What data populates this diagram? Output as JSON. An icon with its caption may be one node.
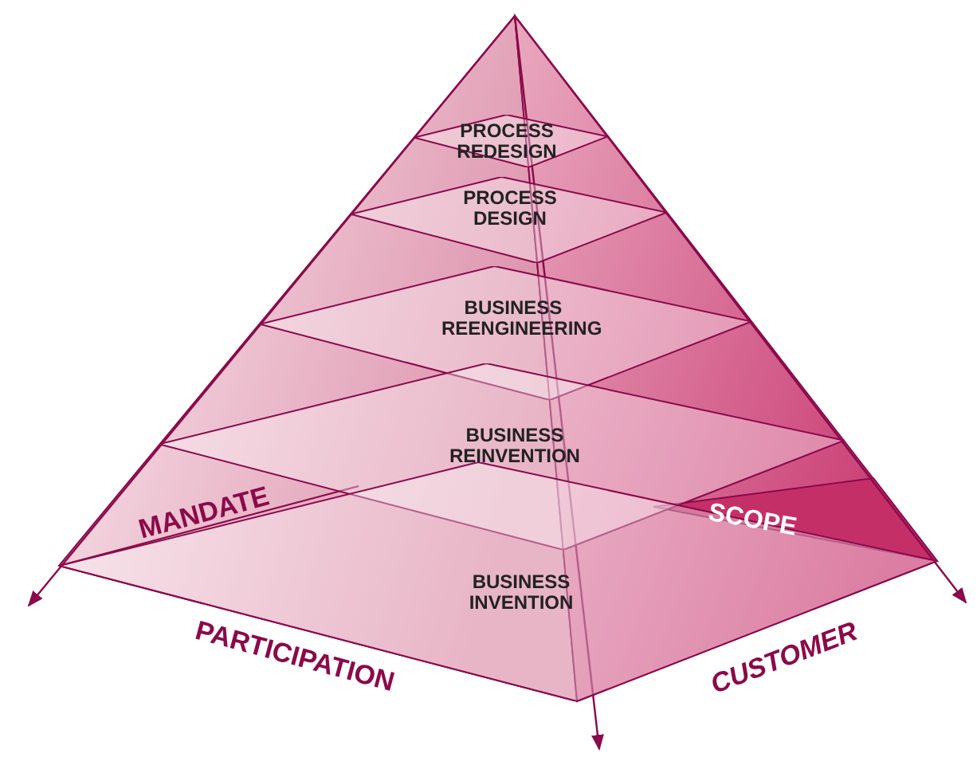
{
  "diagram": {
    "nodes": [
      {
        "text": [
          "PROCESS REDESIGN"
        ]
      },
      {
        "text": [
          "PROCESS DESIGN"
        ]
      },
      {
        "text": [
          "BUSINESS REENGINEERING"
        ]
      },
      {
        "text": [
          "BUSINESS REINVENTION"
        ]
      },
      {
        "text": [
          "BUSINESS INVENTION"
        ]
      }
    ],
    "labels": [
      "MANDATE",
      "SCOPE",
      "PARTICIPATION",
      "CUSTOMER"
    ]
  }
}
